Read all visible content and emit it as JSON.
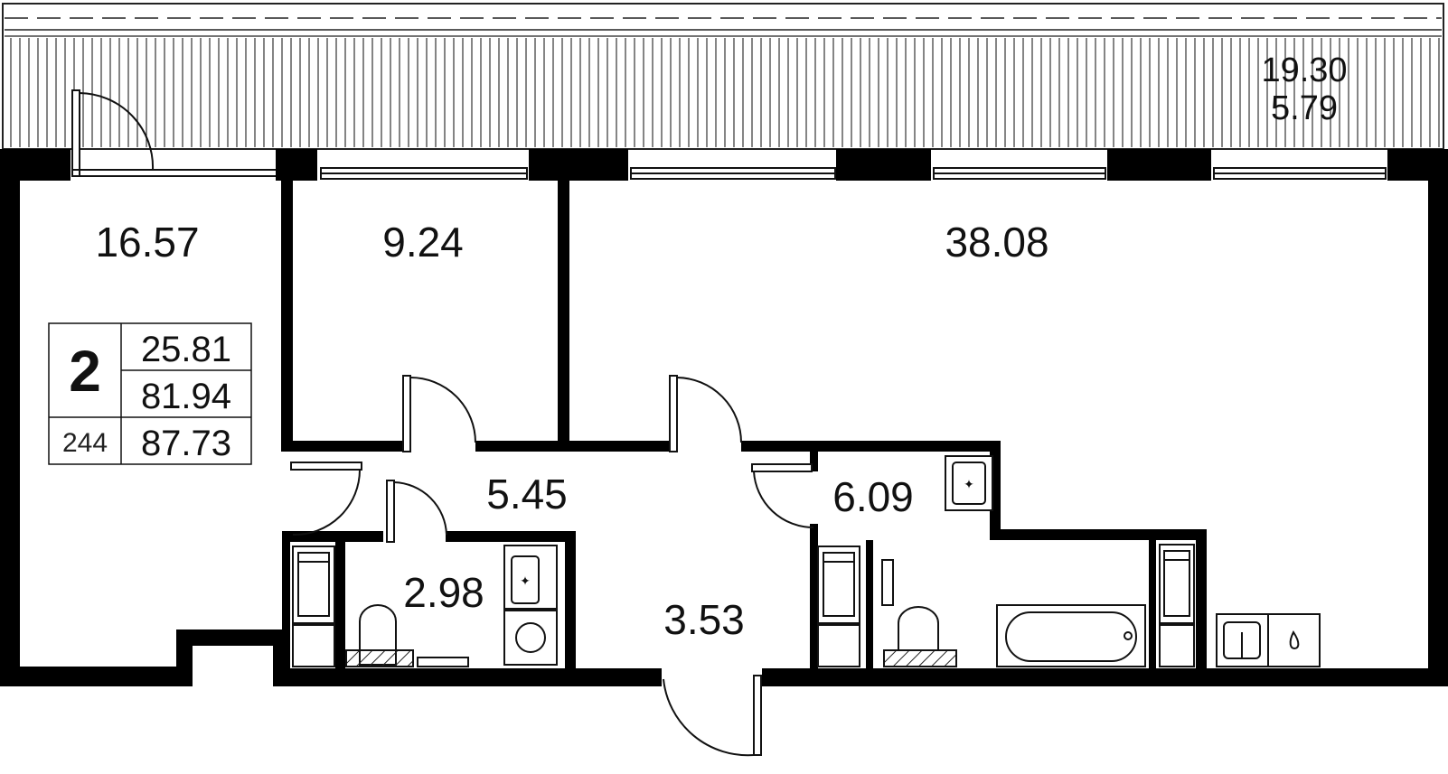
{
  "balcony": {
    "area_total": "19.30",
    "area_reduced": "5.79"
  },
  "rooms": {
    "living_left": "16.57",
    "bedroom": "9.24",
    "living_right": "38.08",
    "hallway": "5.45",
    "wc": "2.98",
    "corridor": "3.53",
    "bathroom": "6.09"
  },
  "summary": {
    "room_count": "2",
    "living_area": "25.81",
    "total_area": "81.94",
    "apartment_number": "244",
    "total_with_balcony": "87.73"
  },
  "colors": {
    "wall": "#000000",
    "line": "#111111",
    "background": "#ffffff"
  }
}
